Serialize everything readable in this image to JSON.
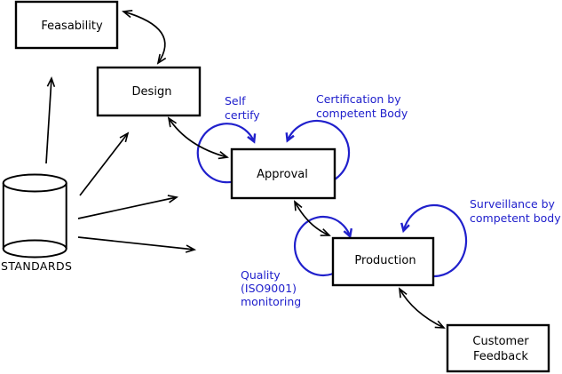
{
  "diagram": {
    "type": "process-flow-diagram",
    "background": "#ffffff",
    "colors": {
      "annotation_blue": "#2020cc",
      "line_black": "#000000",
      "box_fill": "#ffffff"
    },
    "boxes": {
      "feasability": "Feasability",
      "design": "Design",
      "approval": "Approval",
      "production": "Production",
      "customer_feedback": [
        "Customer",
        "Feedback"
      ]
    },
    "datastore": {
      "label": "STANDARDS"
    },
    "annotations": {
      "self_certify": [
        "Self",
        "certify"
      ],
      "certification": [
        "Certification by",
        "competent Body"
      ],
      "surveillance": [
        "Surveillance by",
        "competent body"
      ],
      "quality_monitoring": [
        "Quality",
        "(ISO9001)",
        "monitoring"
      ]
    }
  }
}
